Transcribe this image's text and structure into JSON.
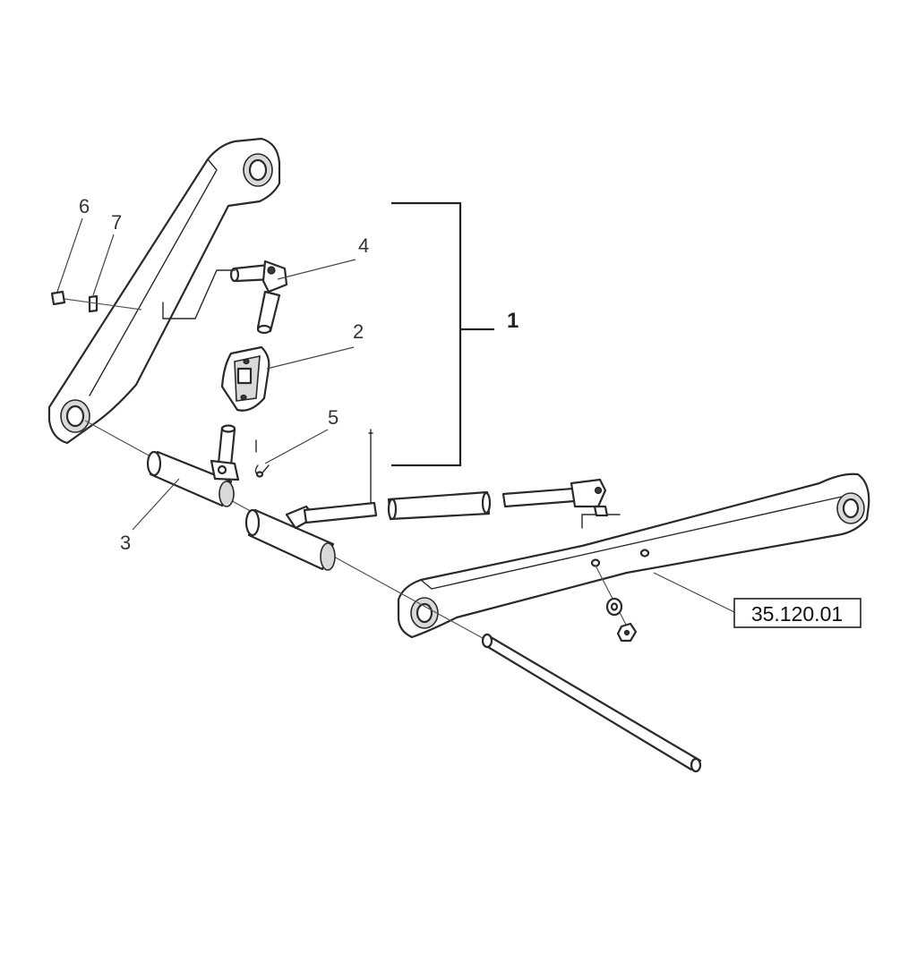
{
  "callouts": {
    "c1": "1",
    "c2": "2",
    "c3": "3",
    "c4": "4",
    "c5": "5",
    "c6": "6",
    "c7": "7"
  },
  "reference": {
    "label": "35.120.01"
  },
  "colors": {
    "line": "#2a2a2a",
    "background": "#ffffff",
    "shade": "#d9d9d9"
  }
}
